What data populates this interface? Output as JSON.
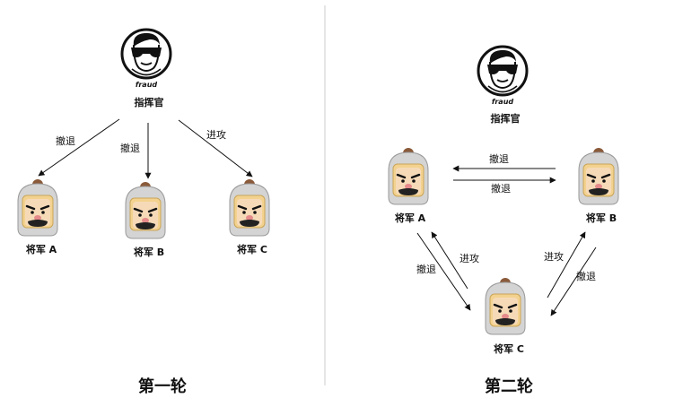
{
  "round1": {
    "title": "第一轮",
    "commander": {
      "label": "指挥官",
      "badge": "fraud"
    },
    "generals": [
      {
        "label": "将军 A"
      },
      {
        "label": "将军 B"
      },
      {
        "label": "将军 C"
      }
    ],
    "orders": [
      "撤退",
      "撤退",
      "进攻"
    ]
  },
  "round2": {
    "title": "第二轮",
    "commander": {
      "label": "指挥官",
      "badge": "fraud"
    },
    "generals": [
      {
        "label": "将军 A"
      },
      {
        "label": "将军 B"
      },
      {
        "label": "将军 C"
      }
    ],
    "messages": {
      "b_to_a": "撤退",
      "a_to_b": "撤退",
      "a_to_c": "撤退",
      "c_to_a": "进攻",
      "c_to_b": "进攻",
      "b_to_c": "撤退"
    }
  },
  "icons": {
    "commander": "masked-commander-icon",
    "general": "helmeted-general-icon",
    "divider": "vertical-divider"
  }
}
